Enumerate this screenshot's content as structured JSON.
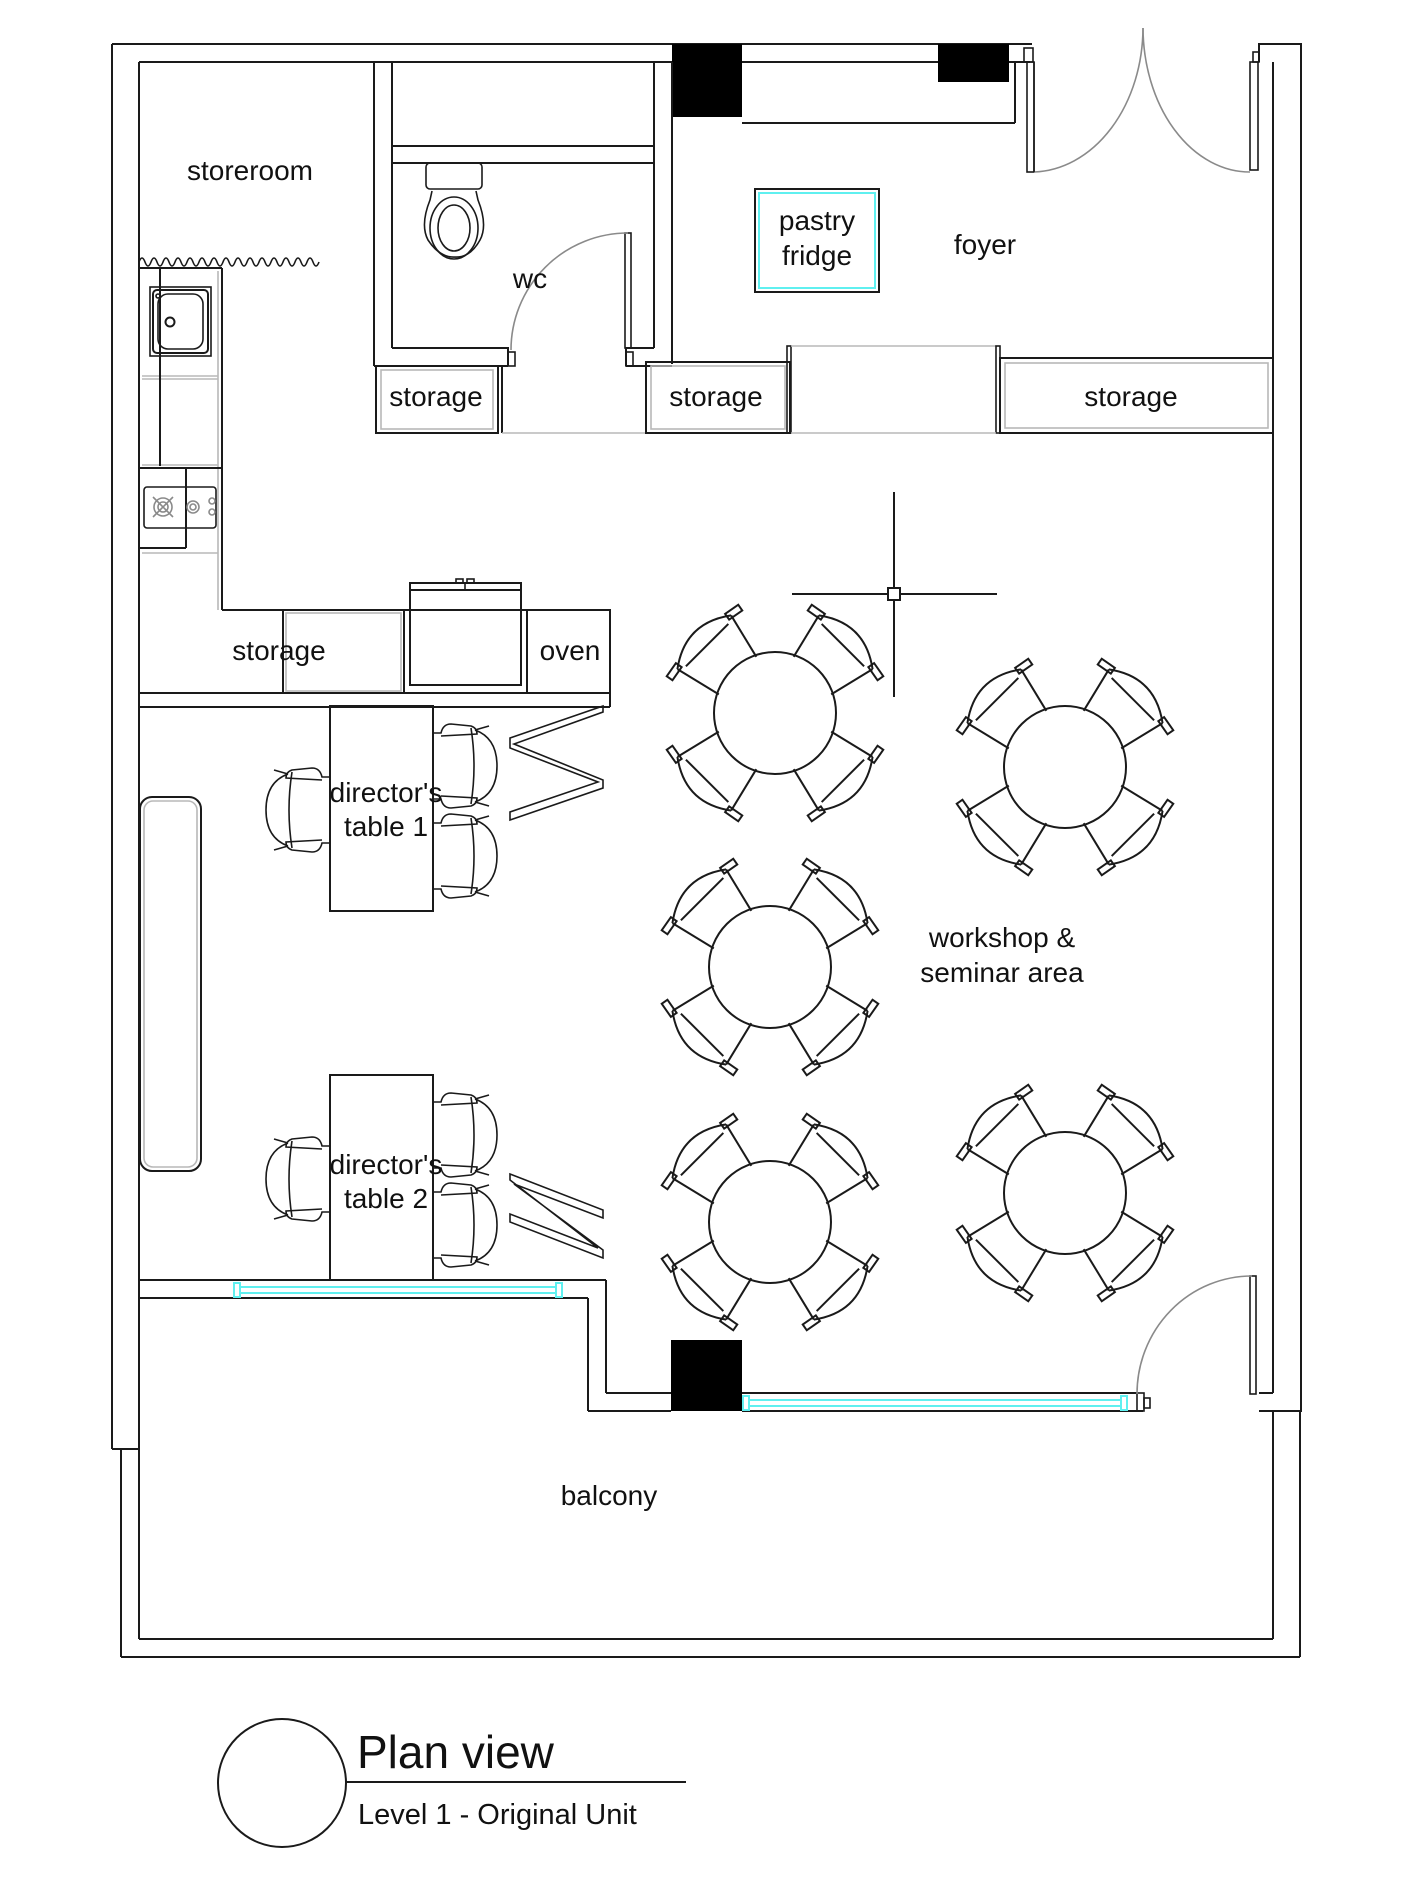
{
  "drawing": {
    "title": "Plan view",
    "subtitle": "Level 1 - Original Unit"
  },
  "rooms": {
    "storeroom": "storeroom",
    "wc": "wc",
    "pastry_fridge_line1": "pastry",
    "pastry_fridge_line2": "fridge",
    "foyer": "foyer",
    "storage_wc_left": "storage",
    "storage_center": "storage",
    "storage_right": "storage",
    "storage_kitchen": "storage",
    "oven": "oven",
    "director_table_1_line1": "director's",
    "director_table_1_line2": "table 1",
    "director_table_2_line1": "director's",
    "director_table_2_line2": "table 2",
    "workshop_line1": "workshop &",
    "workshop_line2": "seminar area",
    "balcony": "balcony"
  },
  "furniture": {
    "round_tables_count": 5,
    "chairs_per_round_table": 4,
    "director_tables_count": 2,
    "chairs_per_director_table": 3
  },
  "colors": {
    "line": "#1a1a1a",
    "window_glass": "#5ff0f0",
    "column_fill": "#000000",
    "door_swing": "#8a8a8a"
  }
}
